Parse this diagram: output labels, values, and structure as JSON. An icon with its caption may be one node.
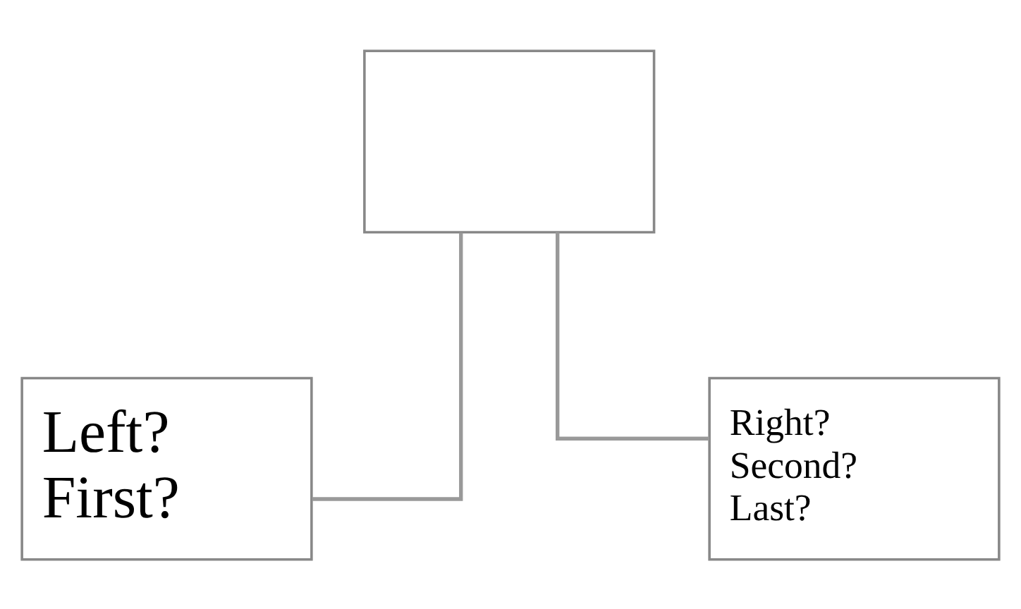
{
  "diagram": {
    "nodes": [
      {
        "text": [],
        "shape": "box"
      },
      {
        "text": [
          "Left?",
          "First?"
        ]
      },
      {
        "text": [
          "Right?",
          "Second?",
          "Last?"
        ]
      }
    ],
    "edges": [
      {
        "from": 0,
        "to": 1,
        "arrow": "none"
      },
      {
        "from": 0,
        "to": 2,
        "arrow": "none"
      }
    ]
  }
}
